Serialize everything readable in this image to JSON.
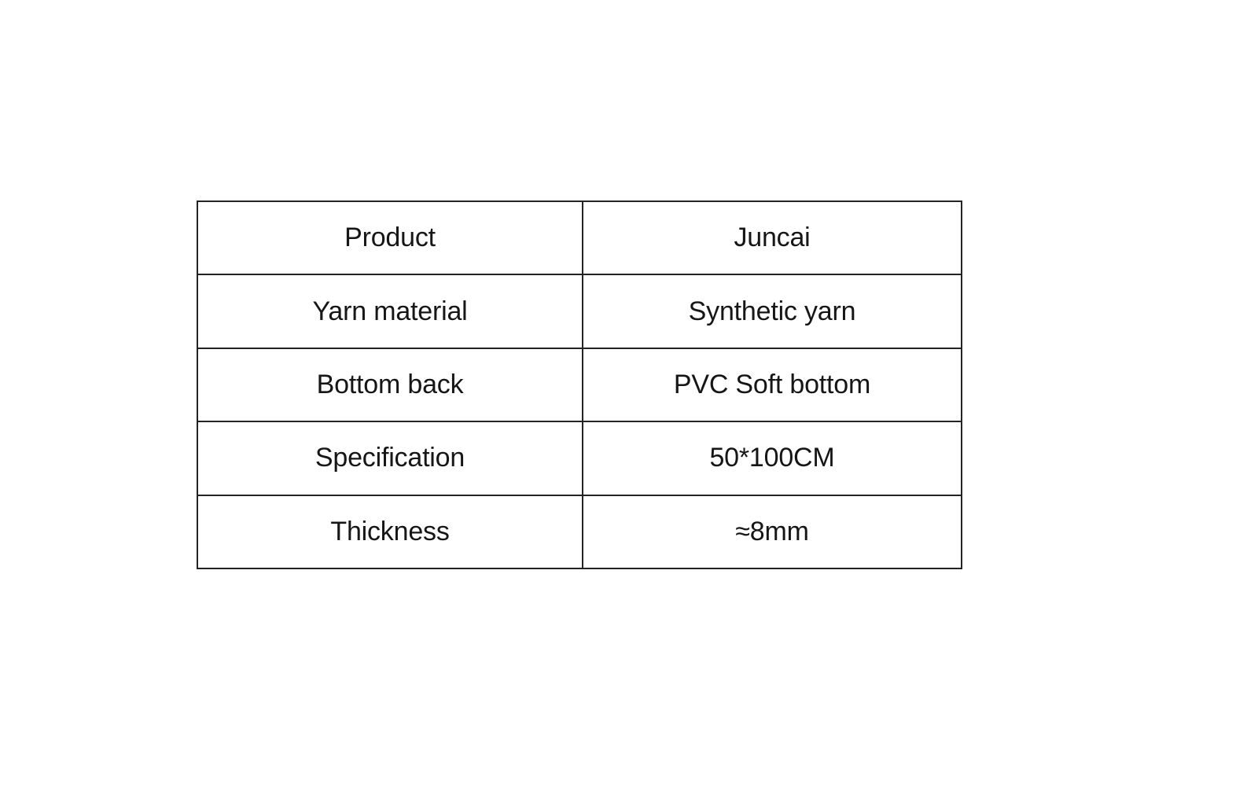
{
  "document": {
    "kind": "product-specification-table",
    "background_color": "#ffffff",
    "text_color": "#161616",
    "border_color": "#232323"
  },
  "table": {
    "columns": 2,
    "rows": 5,
    "rows_data": [
      {
        "label": "Product",
        "value": "Juncai"
      },
      {
        "label": "Yarn material",
        "value": "Synthetic yarn"
      },
      {
        "label": "Bottom back",
        "value": "PVC Soft bottom"
      },
      {
        "label": "Specification",
        "value": "50*100CM"
      },
      {
        "label": "Thickness",
        "value": "≈8mm"
      }
    ]
  }
}
